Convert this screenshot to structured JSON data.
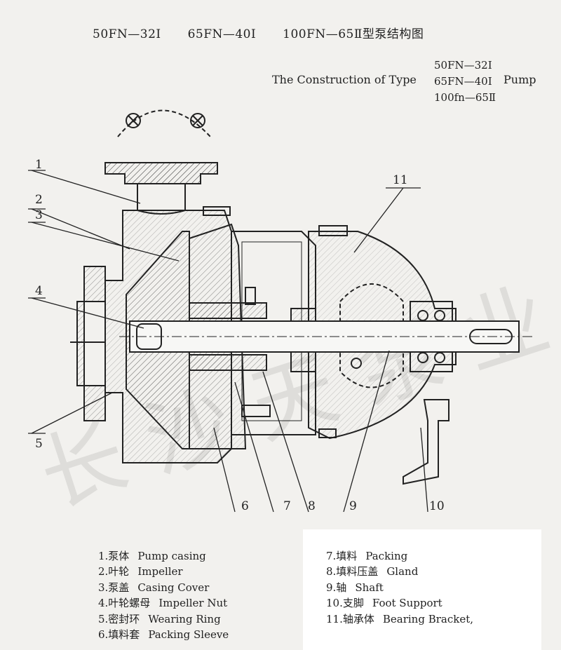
{
  "title": {
    "line_cn": [
      "50FN—32Ⅰ",
      "65FN—40Ⅰ",
      "100FN—65Ⅱ型泵结构图"
    ],
    "line_en": "The Construction of Type",
    "types": [
      "50FN—32Ⅰ",
      "65FN—40Ⅰ",
      "100fn—65Ⅱ"
    ],
    "pump_word": "Pump"
  },
  "callouts": [
    "1",
    "2",
    "3",
    "4",
    "5",
    "6",
    "7",
    "8",
    "9",
    "10",
    "11"
  ],
  "legend_left": [
    {
      "cn": "1.泵体",
      "en": "Pump casing"
    },
    {
      "cn": "2.叶轮",
      "en": "Impeller"
    },
    {
      "cn": "3.泵盖",
      "en": "Casing Cover"
    },
    {
      "cn": "4.叶轮螺母",
      "en": "Impeller Nut"
    },
    {
      "cn": "5.密封环",
      "en": "Wearing Ring"
    },
    {
      "cn": "6.填料套",
      "en": "Packing Sleeve"
    }
  ],
  "legend_right": [
    {
      "cn": "7.填料",
      "en": "Packing"
    },
    {
      "cn": "8.填料压盖",
      "en": "Gland"
    },
    {
      "cn": "9.轴",
      "en": "Shaft"
    },
    {
      "cn": "10.支脚",
      "en": "Foot Support"
    },
    {
      "cn": "11.轴承体",
      "en": "Bearing Bracket,"
    }
  ],
  "watermark": "长 沙 天 泵 业"
}
